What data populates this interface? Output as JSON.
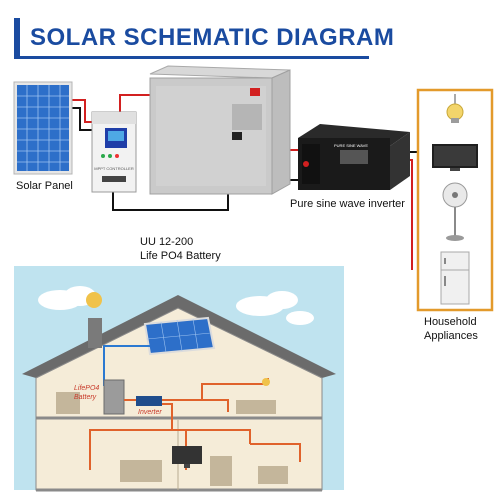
{
  "title": "SOLAR SCHEMATIC DIAGRAM",
  "labels": {
    "solar_panel": "Solar Panel",
    "controller": "MPPT CONTROLLER",
    "inverter": "Pure sine wave inverter",
    "inverter_face_title": "PURE SINE WAVE",
    "battery_line1": "UU 12-200",
    "battery_line2": "Life PO4 Battery",
    "appliances_line1": "Household",
    "appliances_line2": "Appliances",
    "house_battery_line1": "LifePO4",
    "house_battery_line2": "Battery",
    "house_inverter": "Inverter"
  },
  "icons": [
    "solar-panel-icon",
    "charge-controller-icon",
    "battery-icon",
    "inverter-icon",
    "light-bulb-icon",
    "television-icon",
    "fan-icon",
    "refrigerator-icon",
    "house-icon"
  ],
  "colors": {
    "title_blue": "#1a4ba0",
    "wire_red": "#d22020",
    "wire_black": "#111111",
    "appliance_box": "#e39a2b",
    "sky": "#bfe3ef",
    "house_fill": "#f5ecd8",
    "roof": "#6b6b6b"
  }
}
